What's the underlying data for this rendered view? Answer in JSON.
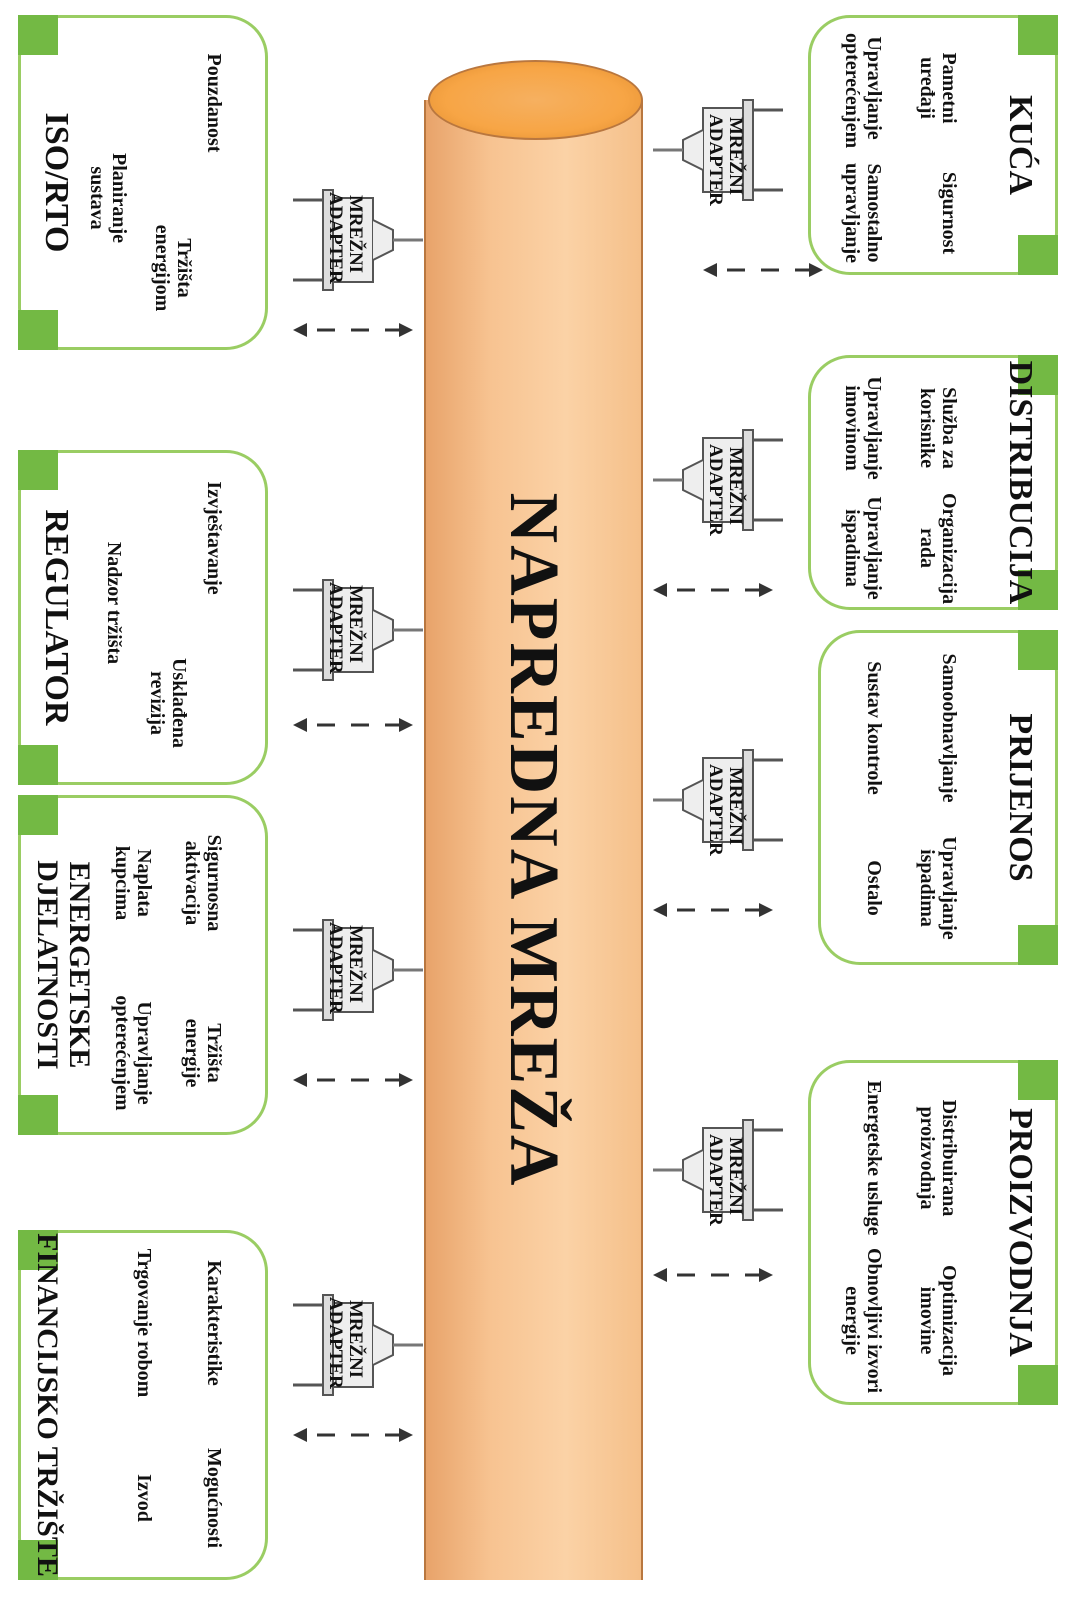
{
  "core": {
    "title": "NAPREDNA MREŽA"
  },
  "adapter_label_line1": "MREŽNI",
  "adapter_label_line2": "ADAPTER",
  "colors": {
    "box_border": "#9acd63",
    "box_tab": "#73b944",
    "pipe": "#f7c391",
    "pipe_end": "#f7a545"
  },
  "icons": {
    "adapter": "network-adapter-plug-icon",
    "arrow": "bidirectional-dashed-arrow-icon"
  },
  "top_boxes": [
    {
      "title": "KUĆA",
      "items": [
        "Pametni uređaji",
        "Sigurnost",
        "Upravljanje opterećenjem",
        "Samostalno upravljanje"
      ]
    },
    {
      "title": "DISTRIBUCIJA",
      "items": [
        "Služba za korisnike",
        "Organizacija rada",
        "Upravljanje imovinom",
        "Upravljanje ispadima"
      ]
    },
    {
      "title": "PRIJENOS",
      "items": [
        "Samoobnavljanje",
        "Upravljanje ispadima",
        "Sustav kontrole",
        "Ostalo"
      ]
    },
    {
      "title": "PROIZVODNJA",
      "items": [
        "Distribuirana proizvodnja",
        "Optimizacija imovine",
        "Energetske usluge",
        "Obnovljivi izvori energije"
      ]
    }
  ],
  "bottom_boxes": [
    {
      "title": "ISO/RTO",
      "items": [
        "Pouzdanost",
        "Tržišta energijom",
        "Planiranje sustava"
      ]
    },
    {
      "title": "REGULATOR",
      "items": [
        "Izvještavanje",
        "Usklađena revizija",
        "Nadzor tržišta"
      ]
    },
    {
      "title": "ENERGETSKE DJELATNOSTI",
      "items": [
        "Sigurnosna aktivacija",
        "Tržišta energije",
        "Naplata kupcima",
        "Upravljanje opterećenjem"
      ]
    },
    {
      "title": "FINANCIJSKO TRŽIŠTE",
      "items": [
        "Karakteristike",
        "Mogućnosti",
        "Trgovanje robom",
        "Izvod"
      ]
    }
  ]
}
